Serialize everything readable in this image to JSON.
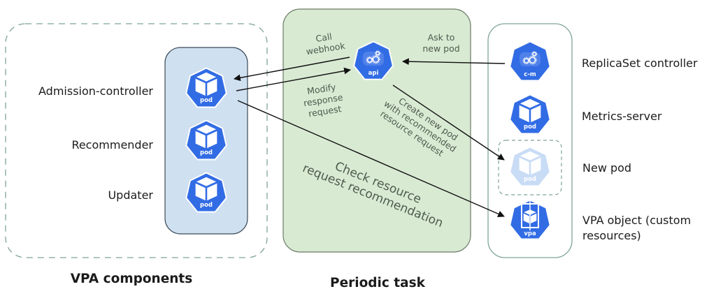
{
  "groups": {
    "vpa_components": {
      "title": "VPA components"
    },
    "periodic_task": {
      "title": "Periodic task"
    }
  },
  "components": [
    {
      "label": "Admission-controller",
      "icon": "pod",
      "icon_label": "pod"
    },
    {
      "label": "Recommender",
      "icon": "pod",
      "icon_label": "pod"
    },
    {
      "label": "Updater",
      "icon": "pod",
      "icon_label": "pod"
    }
  ],
  "api": {
    "icon": "api-server",
    "icon_label": "api"
  },
  "cluster_objects": [
    {
      "label": "ReplicaSet controller",
      "icon": "controller-manager",
      "icon_label": "c-m"
    },
    {
      "label": "Metrics-server",
      "icon": "pod",
      "icon_label": "pod"
    },
    {
      "label": "New pod",
      "icon": "pod",
      "icon_label": "pod",
      "pending": true
    },
    {
      "label_line1": "VPA object (custom",
      "label_line2": "resources)",
      "icon": "vpa",
      "icon_label": "vpa"
    }
  ],
  "edges": {
    "call_webhook": {
      "line1": "Call",
      "line2": "webhook"
    },
    "modify_response": {
      "line1": "Modify",
      "line2": "response",
      "line3": "request"
    },
    "ask_new_pod": {
      "line1": "Ask to",
      "line2": "new pod"
    },
    "create_new_pod": {
      "line1": "Create new pod",
      "line2": "with recommended",
      "line3": "resource request"
    },
    "check_recommendation": {
      "line1": "Check resource",
      "line2": "request recommendation"
    }
  },
  "colors": {
    "k8s_blue": "#326ce5",
    "k8s_blue_faded": "#c9dcf5",
    "components_fill": "#cfe0f1",
    "periodic_fill": "#d9ead3",
    "dash_stroke": "#7fa39a"
  }
}
